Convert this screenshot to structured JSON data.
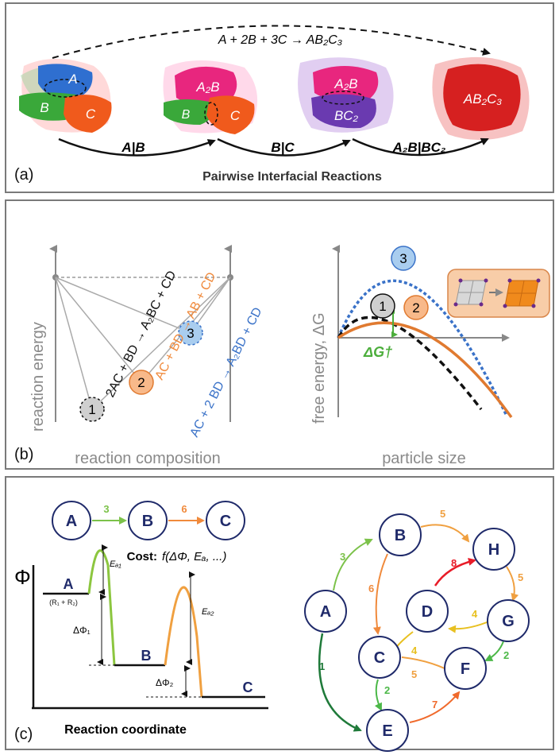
{
  "panel_a": {
    "label": "(a)",
    "overall_reaction": "A + 2B + 3C → AB₂C₃",
    "caption": "Pairwise Interfacial Reactions",
    "steps": [
      "A|B",
      "B|C",
      "A₂B|BC₂"
    ],
    "cluster1": {
      "a": "A",
      "b": "B",
      "c": "C"
    },
    "cluster2": {
      "a2b": "A₂B",
      "b": "B",
      "c": "C"
    },
    "cluster3": {
      "a2b": "A₂B",
      "bc2": "BC₂"
    },
    "product": "AB₂C₃",
    "colors": {
      "A": "#2f6fd0",
      "B": "#3aa83a",
      "C": "#f05a1c",
      "A2B": "#e8267e",
      "BC2": "#6a3ab0",
      "product": "#d62020"
    }
  },
  "panel_b": {
    "label": "(b)",
    "left": {
      "ylabel": "reaction energy",
      "xlabel": "reaction composition",
      "reactions": [
        {
          "text": "2AC + BD → A₂BC + CD",
          "color": "#111111"
        },
        {
          "text": "AC + BD → AB + CD",
          "color": "#f08a3c"
        },
        {
          "text": "AC + 2 BD → A₂BD + CD",
          "color": "#3a72c8"
        }
      ],
      "markers": [
        "1",
        "2",
        "3"
      ]
    },
    "right": {
      "ylabel": "free energy, ΔG",
      "xlabel": "particle size",
      "barrier": "ΔG†",
      "markers": [
        "1",
        "2",
        "3"
      ]
    }
  },
  "panel_c": {
    "label": "(c)",
    "chain": {
      "nodes": [
        "A",
        "B",
        "C"
      ],
      "costs": [
        "3",
        "6"
      ]
    },
    "cost_label": "Cost:",
    "cost_formula": "f(ΔΦ, Eₐ, ...)",
    "energy": {
      "axis_symbol": "Φ",
      "xlabel": "Reaction coordinate",
      "states": [
        "A",
        "B",
        "C"
      ],
      "sub_label": "(R₁ + R₂)",
      "delta1": "ΔΦ₁",
      "delta2": "ΔΦ₂",
      "ea1": "Eₐ₁",
      "ea2": "Eₐ₂"
    },
    "network": {
      "nodes": [
        "A",
        "B",
        "C",
        "D",
        "E",
        "F",
        "G",
        "H"
      ],
      "edges": [
        {
          "from": "A",
          "to": "B",
          "w": "3",
          "color": "#7cc24a"
        },
        {
          "from": "B",
          "to": "H",
          "w": "5",
          "color": "#f0a040"
        },
        {
          "from": "B",
          "to": "C",
          "w": "6",
          "color": "#f08a3c"
        },
        {
          "from": "D",
          "to": "H",
          "w": "8",
          "color": "#e81c28"
        },
        {
          "from": "H",
          "to": "G",
          "w": "5",
          "color": "#f0a040"
        },
        {
          "from": "G",
          "to": "D",
          "w": "4",
          "color": "#e8c020"
        },
        {
          "from": "D",
          "to": "C",
          "w": "4",
          "color": "#e8c020"
        },
        {
          "from": "C",
          "to": "F",
          "w": "5",
          "color": "#f0a040"
        },
        {
          "from": "G",
          "to": "F",
          "w": "2",
          "color": "#4cb848"
        },
        {
          "from": "C",
          "to": "E",
          "w": "2",
          "color": "#4cb848"
        },
        {
          "from": "A",
          "to": "E",
          "w": "1",
          "color": "#1f7a3a"
        },
        {
          "from": "E",
          "to": "F",
          "w": "7",
          "color": "#f06a2c"
        }
      ]
    }
  }
}
